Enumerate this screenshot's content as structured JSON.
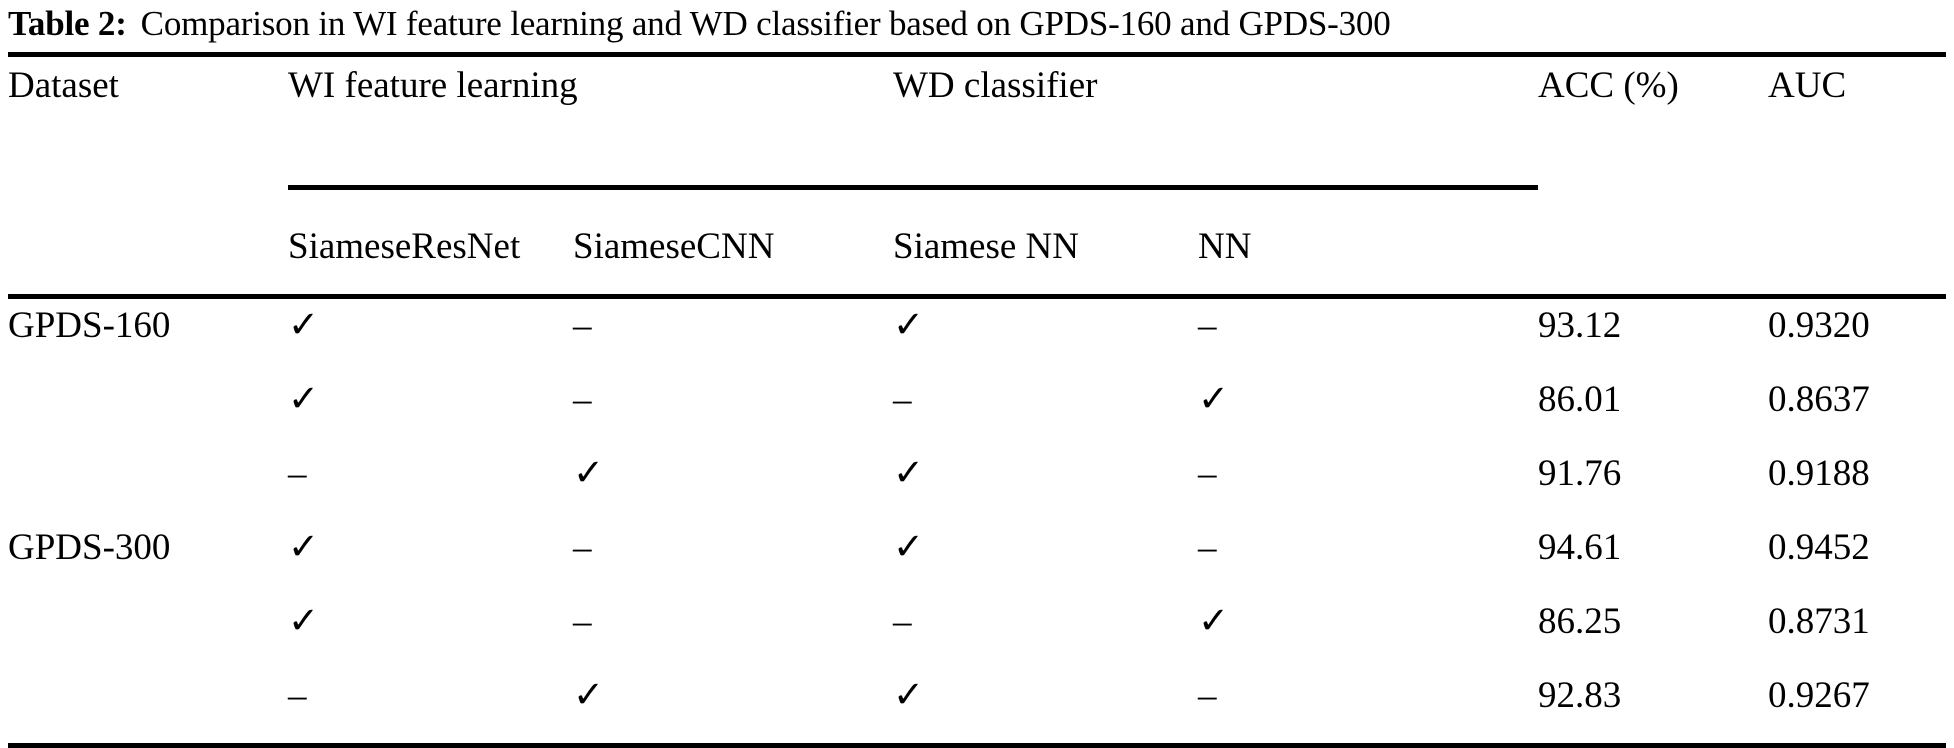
{
  "caption": {
    "label": "Table 2:",
    "text": "Comparison in WI feature learning and WD classifier based on GPDS-160 and GPDS-300"
  },
  "table": {
    "group_headers": {
      "dataset": "Dataset",
      "wi": "WI feature learning",
      "wd": "WD classifier",
      "acc": "ACC (%)",
      "auc": "AUC"
    },
    "sub_headers": {
      "resnet": "SiameseResNet",
      "cnn": "SiameseCNN",
      "snn": "Siamese NN",
      "nn": "NN"
    },
    "symbols": {
      "check": "✓",
      "dash": "–"
    },
    "rows": [
      {
        "dataset": "GPDS-160",
        "resnet": "✓",
        "cnn": "–",
        "snn": "✓",
        "nn": "–",
        "acc": "93.12",
        "auc": "0.9320",
        "bold": true
      },
      {
        "dataset": "",
        "resnet": "✓",
        "cnn": "–",
        "snn": "–",
        "nn": "✓",
        "acc": "86.01",
        "auc": "0.8637",
        "bold": false
      },
      {
        "dataset": "",
        "resnet": "–",
        "cnn": "✓",
        "snn": "✓",
        "nn": "–",
        "acc": "91.76",
        "auc": "0.9188",
        "bold": false
      },
      {
        "dataset": "GPDS-300",
        "resnet": "✓",
        "cnn": "–",
        "snn": "✓",
        "nn": "–",
        "acc": "94.61",
        "auc": "0.9452",
        "bold": true
      },
      {
        "dataset": "",
        "resnet": "✓",
        "cnn": "–",
        "snn": "–",
        "nn": "✓",
        "acc": "86.25",
        "auc": "0.8731",
        "bold": false
      },
      {
        "dataset": "",
        "resnet": "–",
        "cnn": "✓",
        "snn": "✓",
        "nn": "–",
        "acc": "92.83",
        "auc": "0.9267",
        "bold": false
      }
    ]
  },
  "colors": {
    "text": "#000000",
    "rule": "#000000",
    "background": "#ffffff"
  }
}
